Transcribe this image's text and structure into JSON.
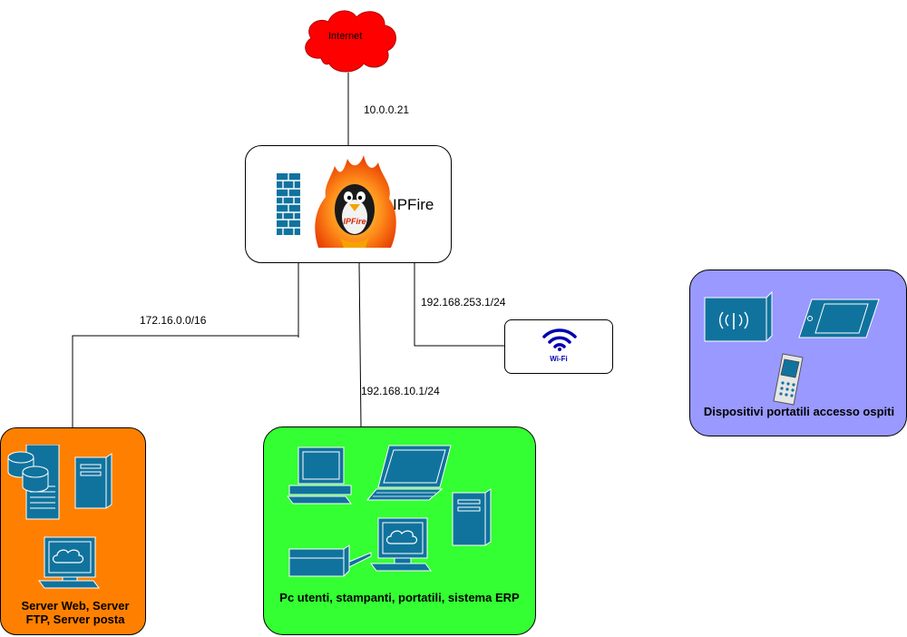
{
  "internet": {
    "label": "Internet",
    "color": "#ff0000"
  },
  "firewall": {
    "label": "IPFire",
    "logo_text": "IPFire"
  },
  "links": {
    "wan": "10.0.0.21",
    "dmz": "172.16.0.0/16",
    "lan": "192.168.10.1/24",
    "wifi": "192.168.253.1/24"
  },
  "wifi": {
    "label": "Wi-Fi",
    "color": "#0000b0"
  },
  "zones": {
    "servers": {
      "title": "Server Web, Server FTP, Server posta",
      "color": "#ff8000"
    },
    "users": {
      "title": "Pc utenti, stampanti, portatili, sistema ERP",
      "color": "#33ff33"
    },
    "guests": {
      "title": "Dispositivi portatili accesso ospiti",
      "color": "#9999ff"
    }
  },
  "device_color": "#10739e"
}
